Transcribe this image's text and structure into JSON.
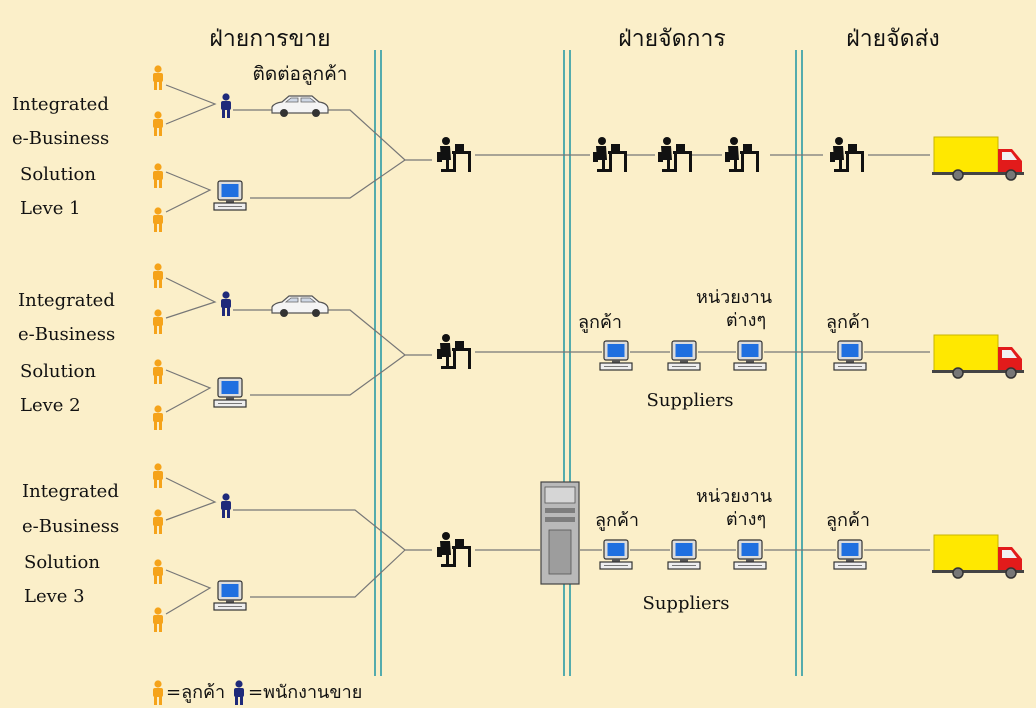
{
  "headers": {
    "sales": "ฝ่ายการขาย",
    "management": "ฝ่ายจัดการ",
    "delivery": "ฝ่ายจัดส่ง"
  },
  "sales_contact_label": "ติดต่อลูกค้า",
  "levels": [
    {
      "line1": "Integrated",
      "line2": "e-Business",
      "line3": "Solution",
      "line4": "Leve 1"
    },
    {
      "line1": "Integrated",
      "line2": "e-Business",
      "line3": "Solution",
      "line4": "Leve 2"
    },
    {
      "line1": "Integrated",
      "line2": "e-Business",
      "line3": "Solution",
      "line4": "Leve 3"
    }
  ],
  "labels": {
    "customer": "ลูกค้า",
    "departments_l1": "หน่วยงาน",
    "departments_l2": "ต่างๆ",
    "suppliers": "Suppliers"
  },
  "legend": {
    "customer": "=ลูกค้า",
    "salesperson": "=พนักงานขาย"
  },
  "colors": {
    "background": "#fbefc9",
    "customer_icon": "#f5a31a",
    "salesperson_icon": "#1f2a7a",
    "divider": "#2a9aa6",
    "truck_cargo": "#ffe800",
    "truck_cab": "#e21b1b"
  }
}
